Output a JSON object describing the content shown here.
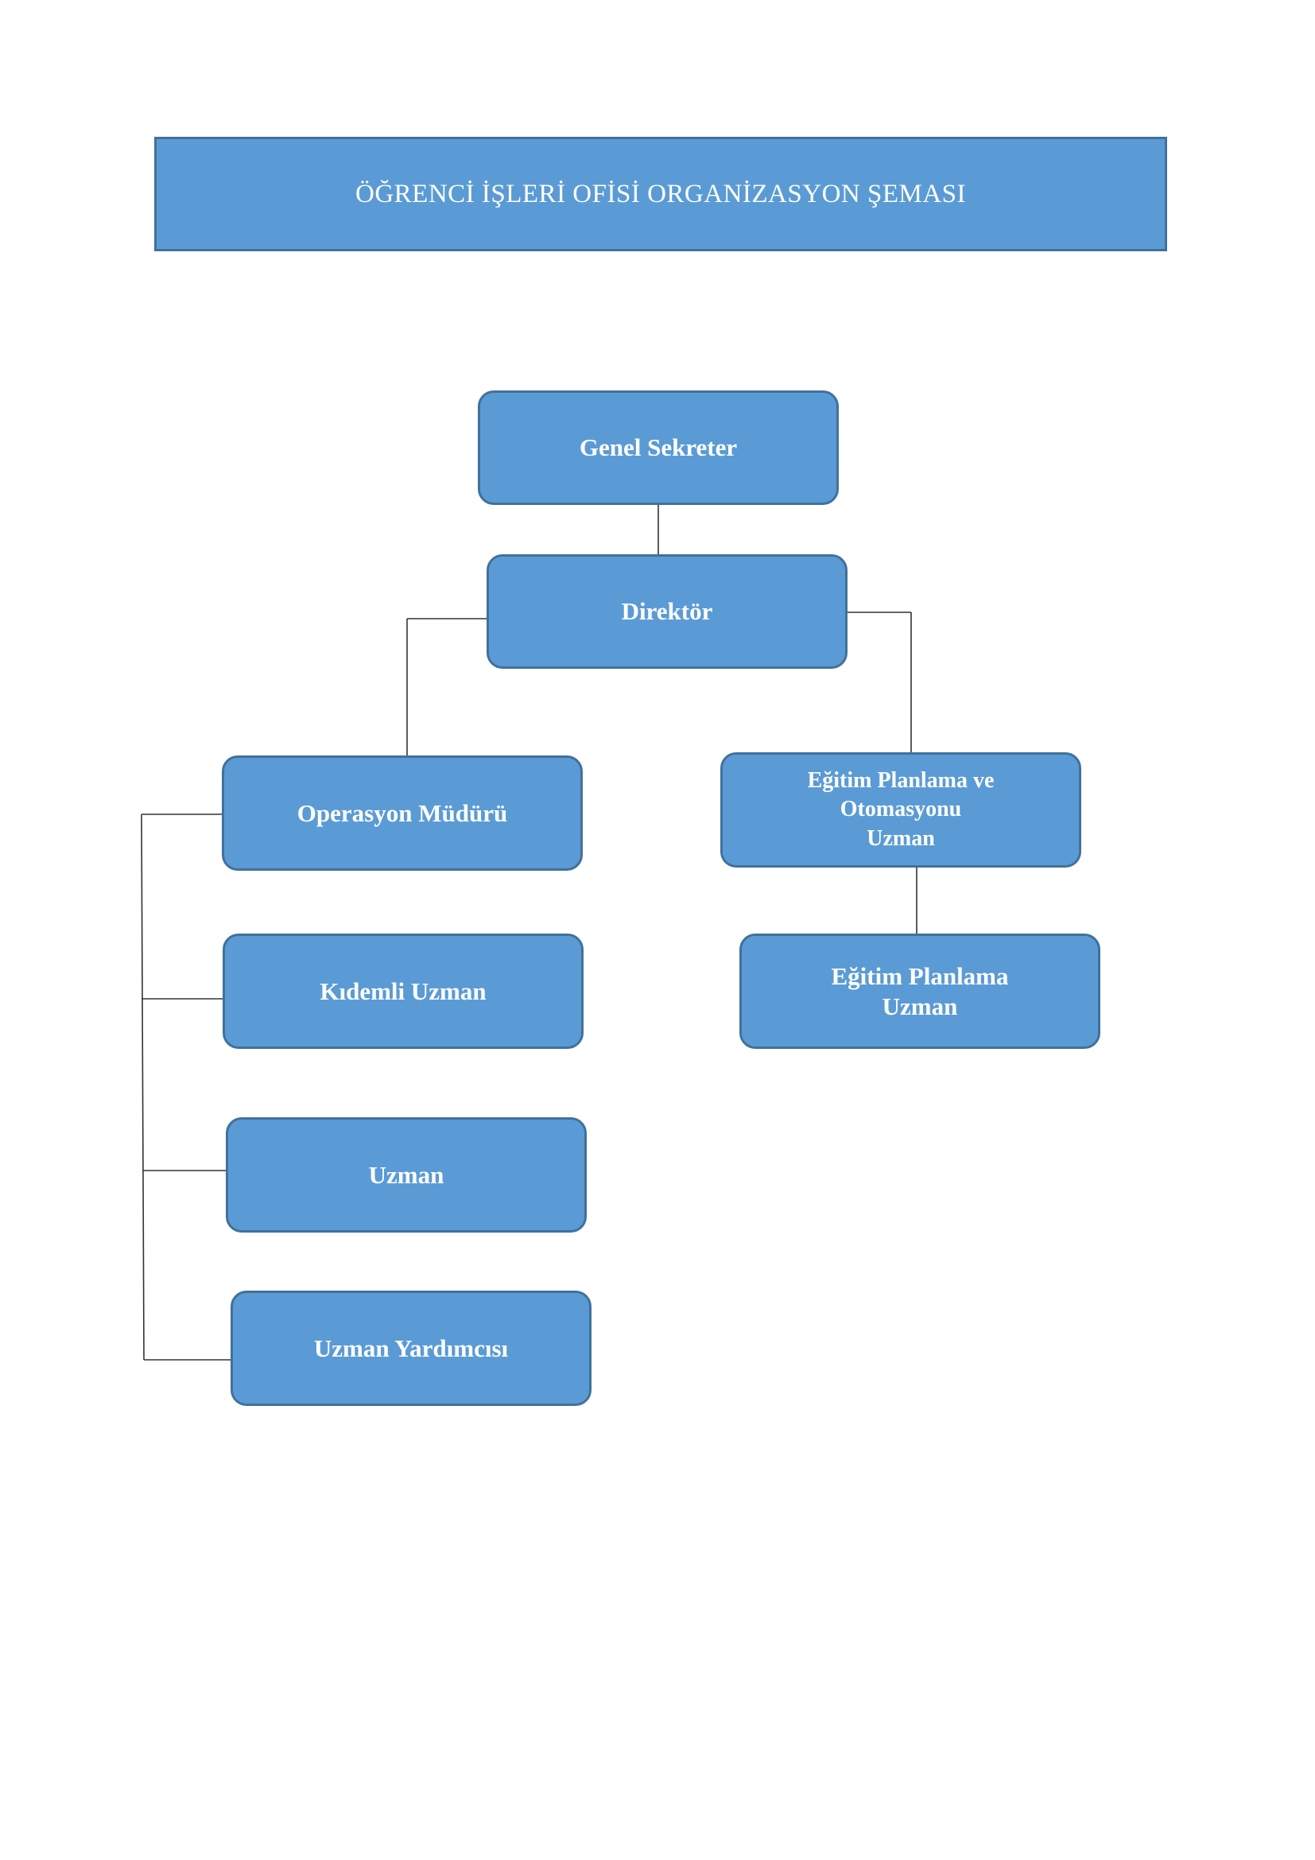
{
  "title": "ÖĞRENCİ İŞLERİ OFİSİ ORGANİZASYON ŞEMASI",
  "nodes": {
    "genel_sekreter": "Genel Sekreter",
    "direktor": "Direktör",
    "operasyon_muduru": "Operasyon Müdürü",
    "kidemli_uzman": "Kıdemli Uzman",
    "uzman": "Uzman",
    "uzman_yardimcisi": "Uzman Yardımcısı",
    "egitim_planlama_otomasyonu_uzman": "Eğitim Planlama ve\nOtomasyonu\nUzman",
    "egitim_planlama_uzman": "Eğitim Planlama\nUzman"
  },
  "colors": {
    "box_fill": "#5b9bd5",
    "box_border": "#41719c",
    "text": "#ffffff",
    "connector": "#333333"
  }
}
